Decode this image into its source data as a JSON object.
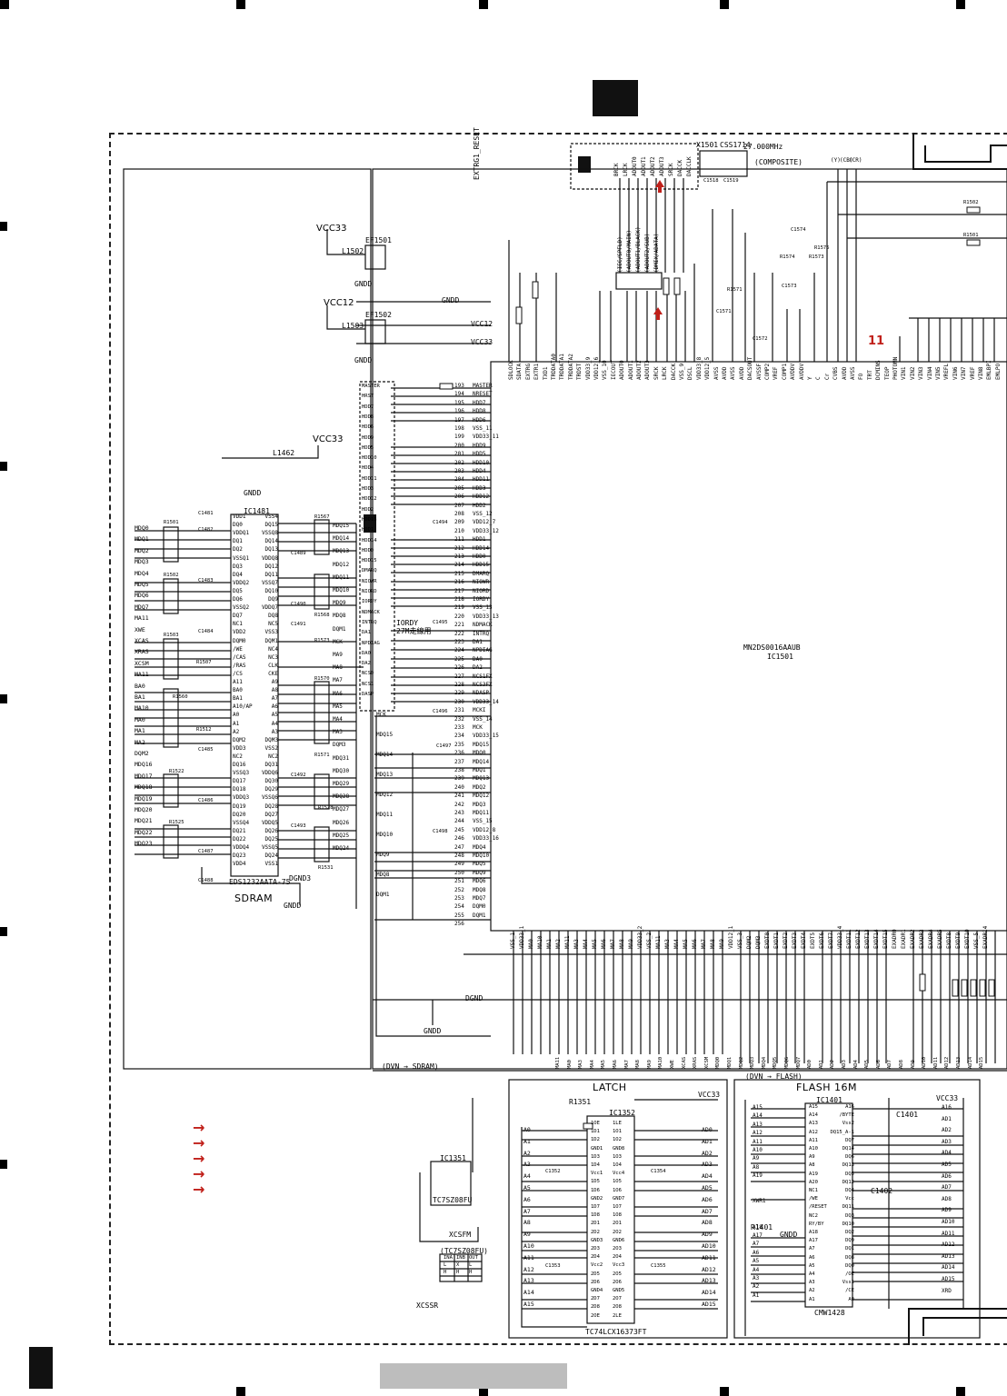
{
  "page": {
    "annotation_number": "11",
    "arrows": "→\n→\n→\n→\n→"
  },
  "power": {
    "vcc33_a": "VCC33",
    "vcc12": "VCC12",
    "vcc33_b": "VCC33",
    "gndd_labels": [
      "GNDD",
      "GNDD",
      "GNDD",
      "GNDD",
      "GNDD",
      "GNDD"
    ],
    "ef1501": "EF1501",
    "ef1502": "EF1502",
    "l1502": "L1502",
    "l1503": "L1503",
    "l1462": "L1462"
  },
  "sdram": {
    "title": "SDRAM",
    "ic_ref": "IC1481",
    "part": "EDS1232AATA-75",
    "left_nets": [
      "MDQ0",
      "MDQ1",
      "MDQ2",
      "MDQ3",
      "MDQ4",
      "MDQ5",
      "MDQ6",
      "MDQ7",
      "MA11",
      "XWE",
      "XCAS",
      "XRAS",
      "XCSM",
      "MA11",
      "BA0",
      "BA1",
      "MA10",
      "MA0",
      "MA1",
      "MA2",
      "DQM2",
      "MDQ16",
      "MDQ17",
      "MDQ18",
      "MDQ19",
      "MDQ20",
      "MDQ21",
      "MDQ22",
      "MDQ23"
    ],
    "left_pins": [
      "VDD1",
      "DQ0",
      "VDDQ1",
      "DQ1",
      "DQ2",
      "VSSQ1",
      "DQ3",
      "DQ4",
      "VDDQ2",
      "DQ5",
      "DQ6",
      "VSSQ2",
      "DQ7",
      "NC1",
      "VDD2",
      "DQM0",
      "/WE",
      "/CAS",
      "/RAS",
      "/CS",
      "A11",
      "BA0",
      "BA1",
      "A10/AP",
      "A0",
      "A1",
      "A2",
      "DQM2",
      "VDD3",
      "NC2",
      "DQ16",
      "VSSQ3",
      "DQ17",
      "DQ18",
      "VDDQ3",
      "DQ19",
      "DQ20",
      "VSSQ4",
      "DQ21",
      "DQ22",
      "VDDQ4",
      "DQ23",
      "VDD4"
    ],
    "right_pins": [
      "VSS4",
      "DQ15",
      "VSSQ8",
      "DQ14",
      "DQ13",
      "VDDQ8",
      "DQ12",
      "DQ11",
      "VSSQ7",
      "DQ10",
      "DQ9",
      "VDDQ7",
      "DQ8",
      "NC5",
      "VSS3",
      "DQM1",
      "NC4",
      "NC3",
      "CLK",
      "CKE",
      "A9",
      "A8",
      "A7",
      "A6",
      "A5",
      "A4",
      "A3",
      "DQM3",
      "VSS2",
      "NC2",
      "DQ31",
      "VDDQ6",
      "DQ30",
      "DQ29",
      "VSSQ6",
      "DQ28",
      "DQ27",
      "VDDQ5",
      "DQ26",
      "DQ25",
      "VSSQ5",
      "DQ24",
      "VSS1"
    ],
    "right_nets": [
      "MDQ15",
      "MDQ14",
      "MDQ13",
      "MDQ12",
      "MDQ11",
      "MDQ10",
      "MDQ9",
      "MDQ8",
      "DQM1",
      "MCK",
      "MA9",
      "MA8",
      "MA7",
      "MA6",
      "MA5",
      "MA4",
      "MA3",
      "DQM3",
      "MDQ31",
      "MDQ30",
      "MDQ29",
      "MDQ28",
      "MDQ27",
      "MDQ26",
      "MDQ25",
      "MDQ24"
    ],
    "resistors": [
      "R1501",
      "R1502",
      "R1503",
      "R1507",
      "R1512",
      "R1560",
      "R1522",
      "R1525",
      "R1567",
      "R1568",
      "R1570",
      "R1571",
      "R1573",
      "R1528",
      "R1531"
    ],
    "caps": [
      "C1481",
      "C1482",
      "C1483",
      "C1484",
      "C1485",
      "C1486",
      "C1487",
      "C1488",
      "C1489",
      "C1490",
      "C1491",
      "C1492",
      "C1493",
      "C1494",
      "C1495",
      "C1496",
      "C1497",
      "C1498"
    ],
    "dgnd": "DGND3"
  },
  "main_ic": {
    "ref": "IC1501",
    "part": "MN2DS0016AAUB",
    "left_pins": [
      "MASTER",
      "NRESET",
      "HDD7",
      "HDD8",
      "HDD6",
      "VSS_11",
      "VDD33_11",
      "HDD9",
      "HDD5",
      "HDD10",
      "HDD4",
      "HDD11",
      "HDD3",
      "HDD12",
      "HDD2",
      "VSS_12",
      "VDD12_7",
      "VDD33_12",
      "HDD1",
      "HDD14",
      "HDD0",
      "HDD15",
      "DMARQ",
      "NIOWR",
      "NIORD",
      "IORDY",
      "VSS_13",
      "VDD33_13",
      "NDMACK",
      "INTRQ",
      "DA1",
      "NPDIAG",
      "DA0",
      "DA2",
      "NCS1FX",
      "NCS3FX",
      "NDASP",
      "VDD33_14",
      "MCKI",
      "VSS_14",
      "MCK",
      "VDD33_15",
      "MDQ15",
      "MDQ0",
      "MDQ14",
      "MDQ1",
      "MDQ13",
      "MDQ2",
      "MDQ12",
      "MDQ3",
      "MDQ11",
      "VSS_15",
      "VDD12_8",
      "VDD33_16",
      "MDQ4",
      "MDQ10",
      "MDQ5",
      "MDQ9",
      "MDQ6",
      "MDQ8",
      "MDQ7",
      "DQM0",
      "DQM1"
    ],
    "left_pin_numbers": [
      "193",
      "194",
      "195",
      "196",
      "197",
      "198",
      "199",
      "200",
      "201",
      "202",
      "203",
      "204",
      "205",
      "206",
      "207",
      "208",
      "209",
      "210",
      "211",
      "212",
      "213",
      "214",
      "215",
      "216",
      "217",
      "218",
      "219",
      "220",
      "221",
      "222",
      "223",
      "224",
      "225",
      "226",
      "227",
      "228",
      "229",
      "230",
      "231",
      "232",
      "233",
      "234",
      "235",
      "236",
      "237",
      "238",
      "239",
      "240",
      "241",
      "242",
      "243",
      "244",
      "245",
      "246",
      "247",
      "248",
      "249",
      "250",
      "251",
      "252",
      "253",
      "254",
      "255",
      "256"
    ],
    "top_pins": [
      "SDLOCK",
      "SDATA",
      "EXTRG",
      "EXTR1",
      "TXD1",
      "TRDDATA0",
      "TRDDATA1",
      "TRDDATA2",
      "TRDST",
      "VDD33_9",
      "VDD12_6",
      "VSS_10",
      "IECOUT",
      "ADOUT0",
      "ADOUT1",
      "ADOUT2",
      "ADOUT3",
      "SRCK",
      "LRCK",
      "DACCK",
      "VSS_9",
      "DSCL",
      "VDD33_8",
      "VDD12_5",
      "AVSS",
      "AVDD",
      "AVSS",
      "AVDD",
      "DACSOUT",
      "AVSSF",
      "COMP2",
      "VREF",
      "COMP1",
      "AVDDV",
      "AVDDV",
      "Y",
      "C",
      "Cr",
      "CVBS",
      "AVDD",
      "AVSS",
      "FO",
      "TRT",
      "DCMINS",
      "TEOP",
      "PHOTOMN",
      "VIN1",
      "VIN2",
      "VIN3",
      "VIN4",
      "VIN5",
      "VREFL",
      "VIN6",
      "VIN7",
      "VREF",
      "VIN8",
      "EMLBPI",
      "EMLPO"
    ],
    "bottom_pins": [
      "VSS_1",
      "VDD33_1",
      "MA0",
      "MA10",
      "MA1",
      "MA2",
      "MA11",
      "MA3",
      "MA4",
      "MA5",
      "MA6",
      "MA7",
      "MA8",
      "MA9",
      "VDD33_2",
      "VSS_2",
      "MA11",
      "MA3",
      "MA4",
      "MA5",
      "MA6",
      "MA7",
      "MA8",
      "MA9",
      "VDD12_1",
      "VSS_3",
      "DQM2",
      "DQM3",
      "EXDT0",
      "EXDT1",
      "EXDT2",
      "EXDT3",
      "EXDT4",
      "EXDT5",
      "EXDT6",
      "EXDT7",
      "VDD33_4",
      "EXDT11",
      "EXDT12",
      "EXDT13",
      "EXDT14",
      "EXDT15",
      "EXADR0",
      "EXADR1",
      "EXADR2",
      "EXADR3",
      "EXADR4",
      "EXADR5",
      "EXDT8",
      "EXDT9",
      "EXDT10",
      "VSS_5",
      "EXADR14"
    ],
    "hdd_left_nets": [
      "MASTER",
      "HRST",
      "HDD7",
      "HDD8",
      "HDD6",
      "HDD9",
      "HDD5",
      "HDD10",
      "HDD4",
      "HDD11",
      "HDD3",
      "HDD12",
      "HDD2",
      "HDD13",
      "HDD1",
      "HDD14",
      "HDD0",
      "HDD15",
      "DMARQ",
      "NIOWR",
      "NIORD",
      "IORDY",
      "NDMACK",
      "INTRQ",
      "DA1",
      "NPDIAG",
      "DA0",
      "DA2",
      "NCS0",
      "NCS1",
      "DASP"
    ],
    "iordy_note": "IORDY\n27M走線用",
    "bus_labels": [
      "MCK",
      "MDQ15",
      "MDQ14",
      "MDQ13",
      "MDQ12",
      "MDQ11",
      "MDQ10",
      "MDQ9",
      "MDQ8",
      "DQM1"
    ],
    "inner_nets": [
      "MDQ0",
      "MDQ1",
      "MDQ2",
      "MDQ3",
      "MDQ4",
      "MDQ5",
      "MDQ6",
      "MDQ7",
      "DQM0"
    ]
  },
  "top_area": {
    "crystal": "X1501",
    "crystal_part": "CSS1714",
    "crystal_freq": "27.000MHz",
    "audio_labels": [
      "BRCK",
      "LRCK",
      "ADOUT0",
      "ADOUT1",
      "ADOUT2",
      "ADOUT3",
      "SRCK",
      "DACCK",
      "DACCLK"
    ],
    "bus_notes": [
      "(IEC/SPFLD)",
      "(ADOUT0/MAIN)",
      "(ADOUT1/BLACK)",
      "(ADOUT2/SUB)",
      "(DMIX/ADATA)"
    ],
    "composite_label": "(COMPOSITE)",
    "vout_labels": [
      "(Y)",
      "(CB)",
      "(CR)"
    ],
    "resistor_refs": [
      "R1502",
      "R1501",
      "R1575",
      "R1574",
      "R1573",
      "R1571"
    ],
    "cap_refs": [
      "C1574",
      "C1573",
      "C1572",
      "C1571",
      "C1518",
      "C1519"
    ],
    "extr_label": "EXTRG1_RESET"
  },
  "nets": {
    "gnd_bus": "GNDD",
    "vcc12_bus": "VCC12",
    "vcc33_bus": "VCC33",
    "dgnd": "DGND",
    "dvn_sdram": "(DVN → SDRAM)",
    "dvn_flash": "(DVN → FLASH)",
    "bottom_bus": [
      "MA11",
      "MA0",
      "MA3",
      "MA4",
      "MA5",
      "MA6",
      "MA7",
      "MA8",
      "MA9",
      "MA10",
      "XWE",
      "XCAS",
      "XRAS",
      "XCSM",
      "MDQ0",
      "MDQ1",
      "MDQ2",
      "MDQ3",
      "MDQ4",
      "MDQ5",
      "MDQ6",
      "MDQ7",
      "AD0",
      "AD1",
      "AD2",
      "AD3",
      "AD4",
      "AD5",
      "AD6",
      "AD7",
      "AD8",
      "AD9",
      "AD10",
      "AD11",
      "AD12",
      "AD13",
      "AD14",
      "AD15"
    ]
  },
  "latch": {
    "title": "LATCH",
    "ic_ref": "IC1352",
    "part": "TC74LCX16373FT",
    "in_nets": [
      "A0",
      "A1",
      "A2",
      "A3",
      "A4",
      "A5",
      "A6",
      "A7",
      "A8",
      "A9",
      "A10",
      "A11",
      "A12",
      "A13",
      "A14",
      "A15"
    ],
    "out_nets": [
      "AD0",
      "AD1",
      "AD2",
      "AD3",
      "AD4",
      "AD5",
      "AD6",
      "AD7",
      "AD8",
      "AD9",
      "AD10",
      "AD11",
      "AD12",
      "AD13",
      "AD14",
      "AD15"
    ],
    "pins_left": [
      "1OE",
      "1D1",
      "1D2",
      "GND1",
      "1D3",
      "1D4",
      "Vcc1",
      "1D5",
      "1D6",
      "GND2",
      "1D7",
      "1D8",
      "2D1",
      "2D2",
      "GND3",
      "2D3",
      "2D4",
      "Vcc2",
      "2D5",
      "2D6",
      "GND4",
      "2D7",
      "2D8",
      "2OE"
    ],
    "pins_right": [
      "1LE",
      "1O1",
      "1O2",
      "GND8",
      "1O3",
      "1O4",
      "Vcc4",
      "1O5",
      "1O6",
      "GND7",
      "1O7",
      "1O8",
      "2O1",
      "2O2",
      "GND6",
      "2O3",
      "2O4",
      "Vcc3",
      "2O5",
      "2O6",
      "GND5",
      "2O7",
      "2O8",
      "2LE"
    ],
    "vcc": "VCC33",
    "r1351": "R1351",
    "ic1351": "IC1351",
    "ic1351_part": "TC7SZ08FU",
    "truth_table_title": "(TC7SZ08FU)",
    "truth_table": [
      [
        "INA",
        "INB",
        "OUT"
      ],
      [
        "L",
        "X",
        "L"
      ],
      [
        "H",
        "H",
        "H"
      ]
    ],
    "caps": [
      "C1352",
      "C1353",
      "C1354",
      "C1355"
    ],
    "xcsfm": "XCSFM",
    "xcssr": "XCSSR",
    "xcsfm2": "XCSFM"
  },
  "flash": {
    "title": "FLASH 16M",
    "ic_ref": "IC1401",
    "part": "CMW1428",
    "vcc": "VCC33",
    "left_nets": [
      "A15",
      "A14",
      "A13",
      "A12",
      "A11",
      "A10",
      "A9",
      "A8",
      "A19",
      "",
      "",
      "XWR1",
      "",
      "",
      "A18",
      "A17",
      "A7",
      "A6",
      "A5",
      "A4",
      "A3",
      "A2",
      "A1"
    ],
    "left_pins": [
      "A15",
      "A14",
      "A13",
      "A12",
      "A11",
      "A10",
      "A9",
      "A8",
      "A19",
      "A20",
      "NC1",
      "/WE",
      "/RESET",
      "NC2",
      "RY/BY",
      "A18",
      "A17",
      "A7",
      "A6",
      "A5",
      "A4",
      "A3",
      "A2",
      "A1"
    ],
    "right_pins": [
      "A16",
      "/BYTE",
      "Vss2",
      "DQ15_A-1",
      "DQ7",
      "DQ14",
      "DQ6",
      "DQ13",
      "DQ5",
      "DQ12",
      "DQ4",
      "Vcc",
      "DQ11",
      "DQ3",
      "DQ10",
      "DQ2",
      "DQ9",
      "DQ1",
      "DQ8",
      "DQ0",
      "/OE",
      "Vss1",
      "/CE",
      "A0"
    ],
    "right_nets": [
      "A16",
      "AD1",
      "AD2",
      "AD3",
      "AD4",
      "AD5",
      "AD6",
      "AD7",
      "AD8",
      "AD9",
      "AD10",
      "AD11",
      "AD12",
      "AD13",
      "AD14",
      "AD15",
      "XRD"
    ],
    "r1401": "R1401",
    "c1401": "C1401",
    "c1402": "C1402"
  }
}
